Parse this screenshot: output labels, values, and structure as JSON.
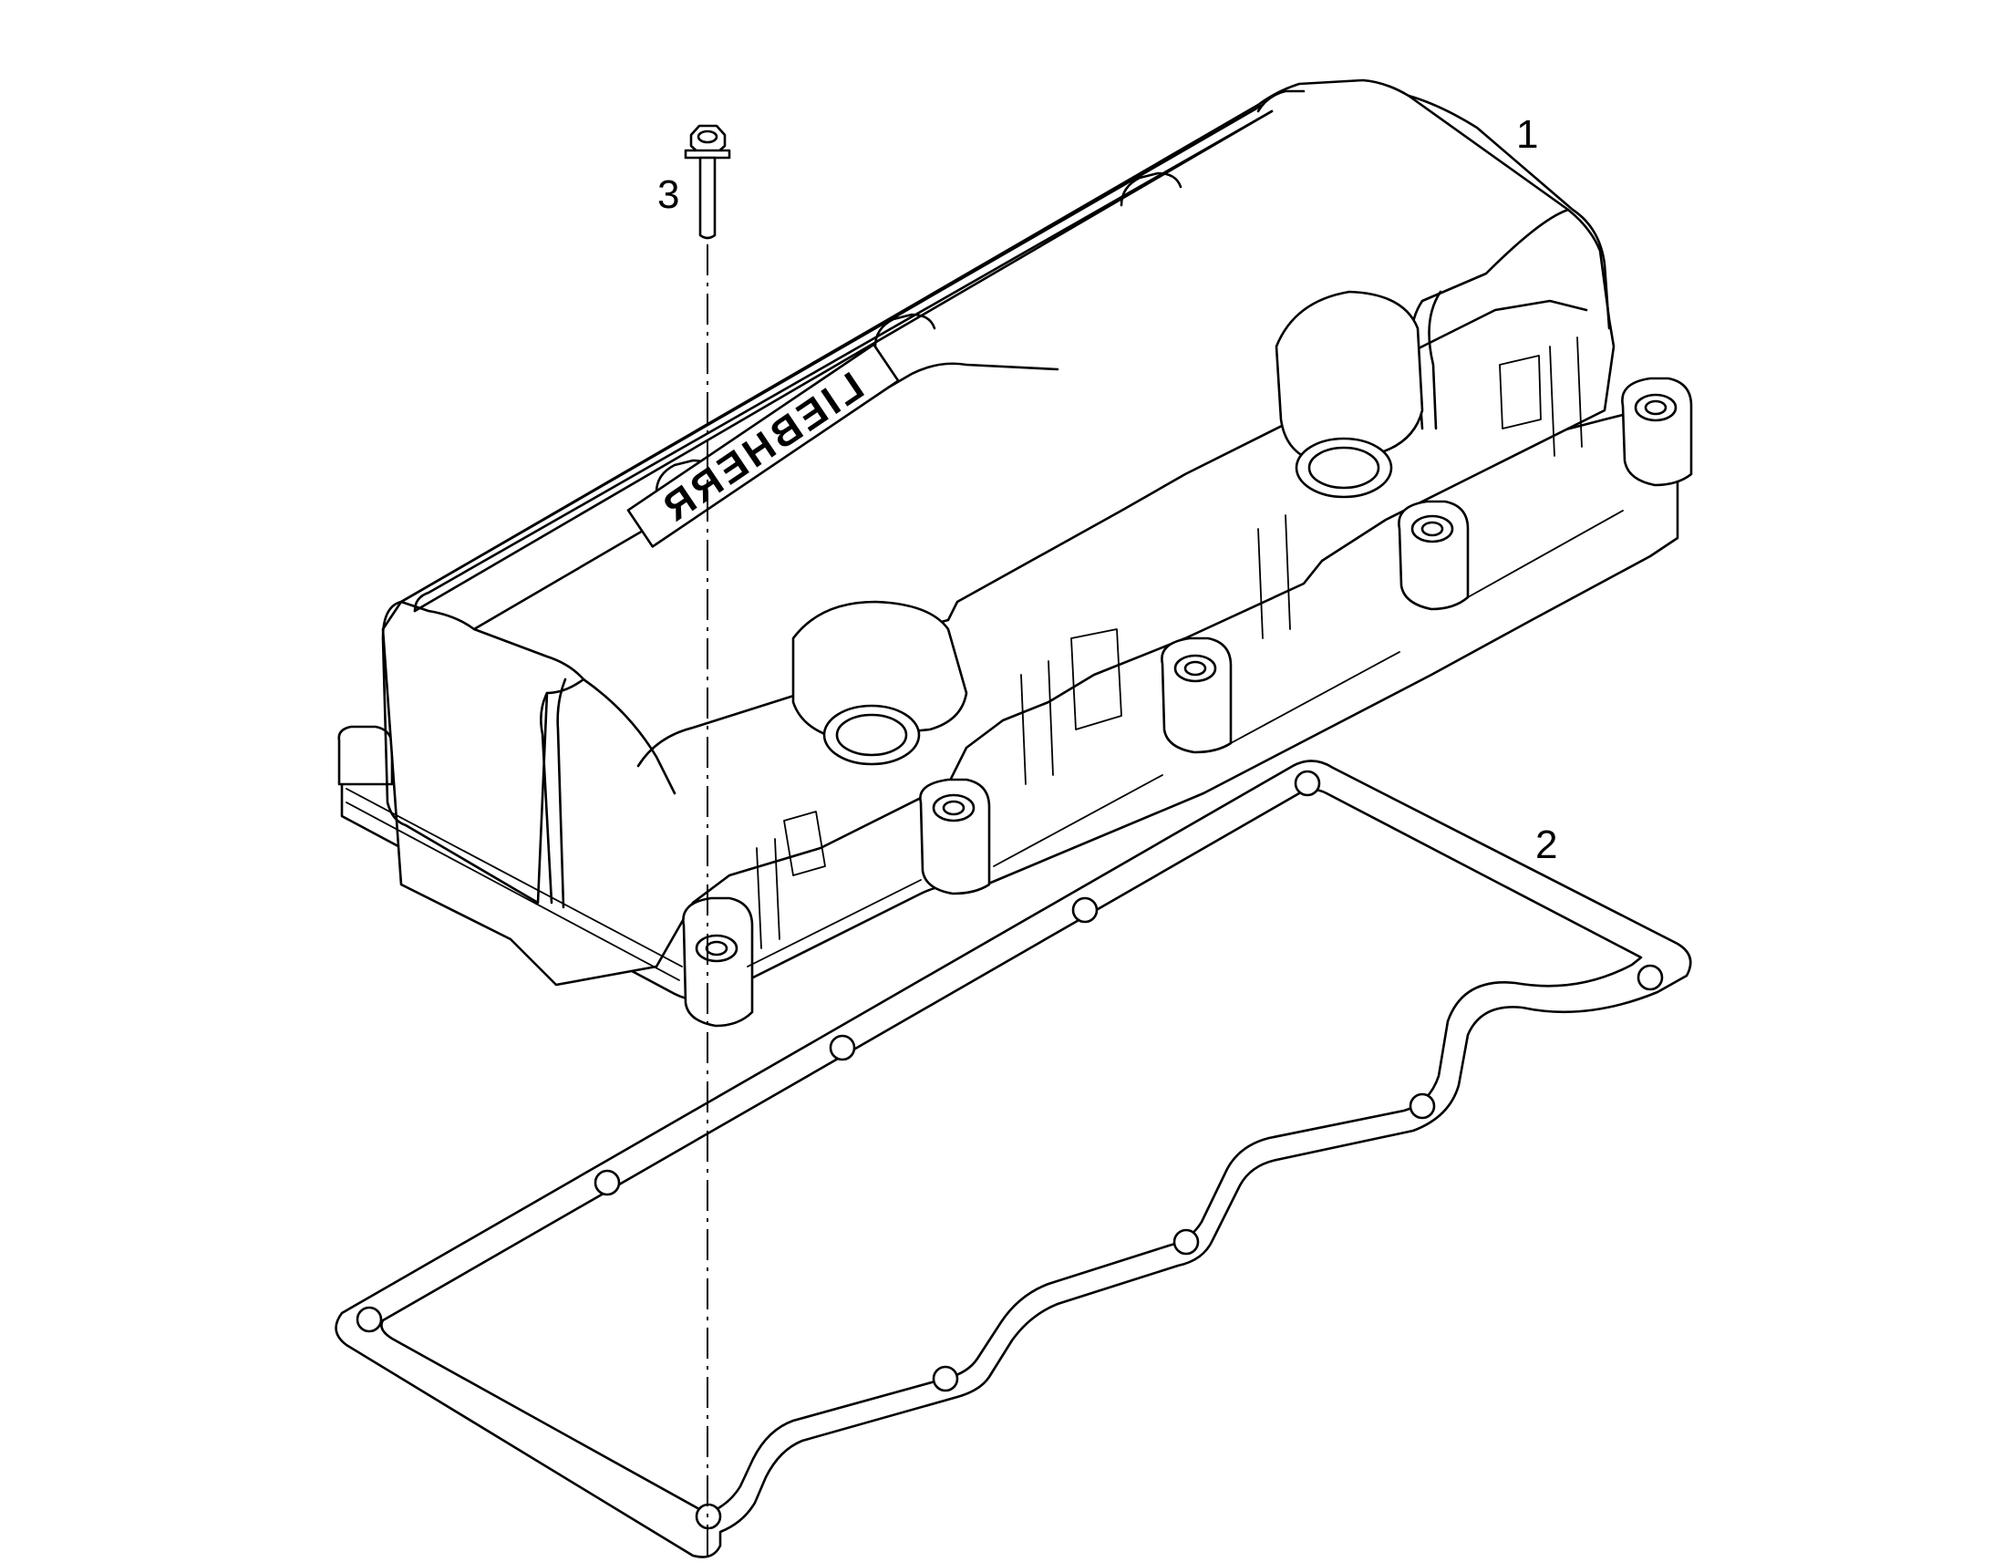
{
  "callouts": {
    "part_1": "1",
    "part_2": "2",
    "part_3": "3"
  },
  "logo": {
    "text": "LIEBHERR"
  },
  "colors": {
    "ink": "#000000",
    "background": "#ffffff"
  }
}
